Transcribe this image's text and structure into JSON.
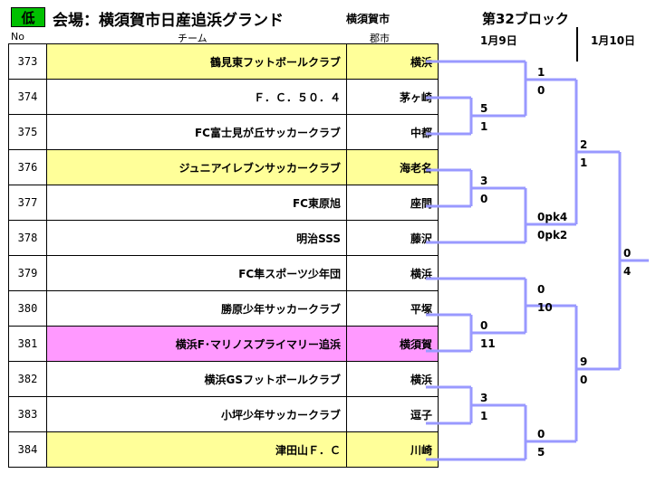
{
  "header": {
    "badge": "低",
    "title": "会場：横須賀市日産追浜グランド",
    "city_label": "横須賀市",
    "block": "第32ブロック",
    "date1": "1月9日",
    "date2": "1月10日",
    "col_no": "No",
    "col_team": "チーム",
    "col_city": "郡市"
  },
  "colors": {
    "badge": "#00c000",
    "yellow": "#ffff99",
    "pink": "#ff99ff",
    "line": "#9999ff"
  },
  "teams": [
    {
      "no": "373",
      "name": "鶴見東フットボールクラブ",
      "city": "横浜",
      "hl": "yellow"
    },
    {
      "no": "374",
      "name": "Ｆ．Ｃ．５０．４",
      "city": "茅ヶ崎",
      "hl": ""
    },
    {
      "no": "375",
      "name": "FC富士見が丘サッカークラブ",
      "city": "中都",
      "hl": ""
    },
    {
      "no": "376",
      "name": "ジュニアイレブンサッカークラブ",
      "city": "海老名",
      "hl": "yellow"
    },
    {
      "no": "377",
      "name": "FC東原旭",
      "city": "座間",
      "hl": ""
    },
    {
      "no": "378",
      "name": "明治SSS",
      "city": "藤沢",
      "hl": ""
    },
    {
      "no": "379",
      "name": "FC隼スポーツ少年団",
      "city": "横浜",
      "hl": ""
    },
    {
      "no": "380",
      "name": "勝原少年サッカークラブ",
      "city": "平塚",
      "hl": ""
    },
    {
      "no": "381",
      "name": "横浜F･マリノスプライマリー追浜",
      "city": "横須賀",
      "hl": "pink"
    },
    {
      "no": "382",
      "name": "横浜GSフットボールクラブ",
      "city": "横浜",
      "hl": ""
    },
    {
      "no": "383",
      "name": "小坪少年サッカークラブ",
      "city": "逗子",
      "hl": ""
    },
    {
      "no": "384",
      "name": "津田山Ｆ．Ｃ",
      "city": "川崎",
      "hl": "yellow"
    }
  ],
  "scores": {
    "m374_375": [
      "5",
      "1"
    ],
    "m373_w": [
      "1",
      "0"
    ],
    "m376_377": [
      "3",
      "0"
    ],
    "m_w_378": [
      "0pk4",
      "0pk2"
    ],
    "semi1": [
      "2",
      "1"
    ],
    "m380_381": [
      "0",
      "11"
    ],
    "m379_w": [
      "0",
      "10"
    ],
    "m382_383": [
      "3",
      "1"
    ],
    "m_w_384": [
      "0",
      "5"
    ],
    "semi2": [
      "9",
      "0"
    ],
    "final": [
      "0",
      "4"
    ]
  }
}
